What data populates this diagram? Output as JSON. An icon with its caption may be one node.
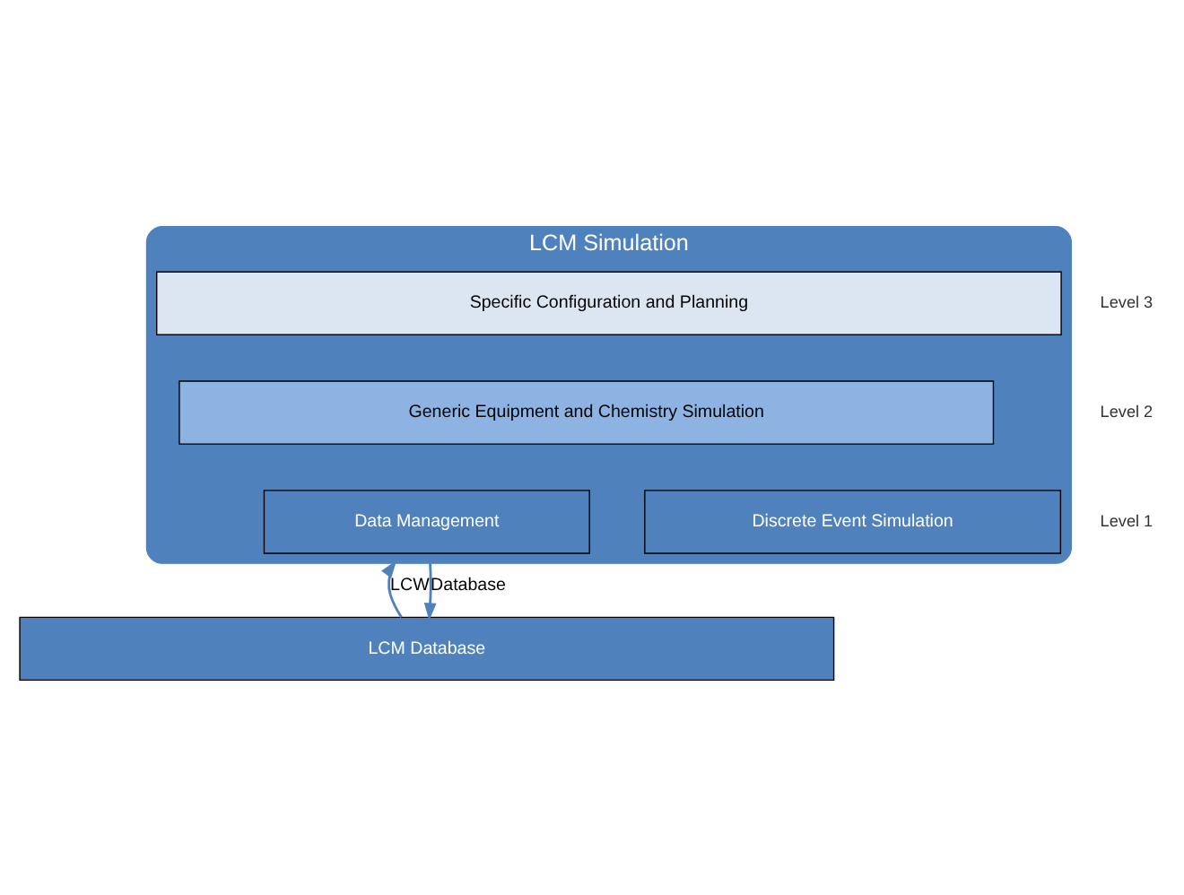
{
  "diagram": {
    "nodes": [
      {
        "text": [
          "LCM Simulation"
        ]
      },
      {
        "text": [
          "Specific Configuration and Planning"
        ],
        "in": 0
      },
      {
        "text": [
          "Generic Equipment and Chemistry Simulation"
        ],
        "in": 0
      },
      {
        "text": [
          "Data Management"
        ],
        "in": 0
      },
      {
        "text": [
          "Discrete Event Simulation"
        ],
        "in": 0
      },
      {
        "text": [
          "LCM Database"
        ]
      }
    ],
    "edges": [
      {
        "from": 5,
        "to": 0,
        "arrow": "to",
        "label": "LCW"
      },
      {
        "from": 0,
        "to": 5,
        "arrow": "to",
        "label": "Database"
      }
    ],
    "labels": [
      "Level 3",
      "Level 2",
      "Level 1"
    ]
  }
}
